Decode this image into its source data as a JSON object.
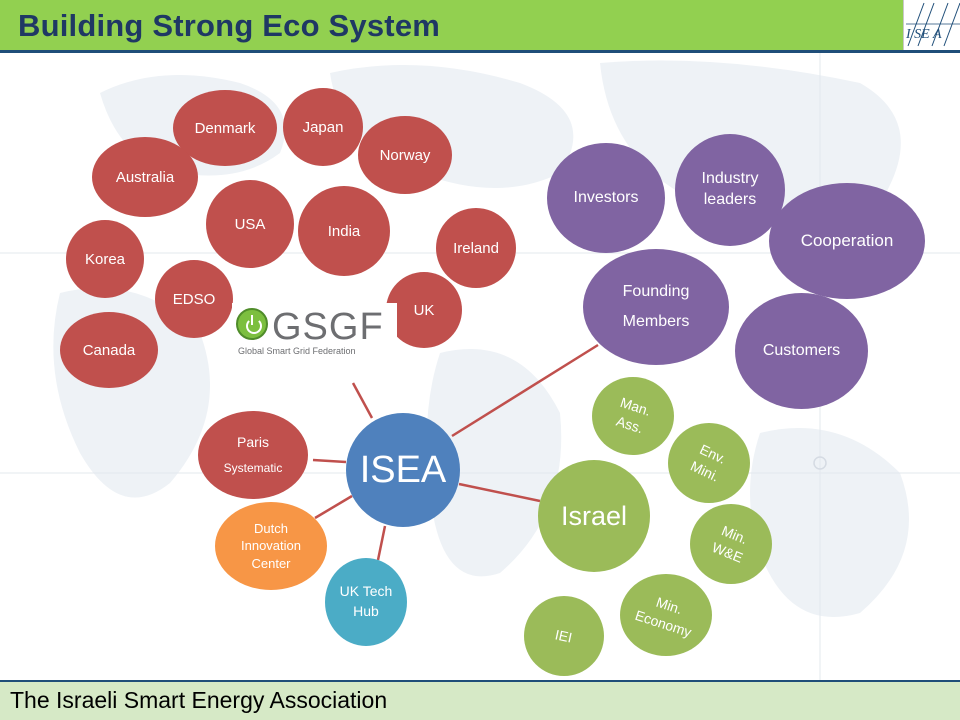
{
  "header": {
    "title": "Building Strong Eco System",
    "logo_text": "I SE A"
  },
  "colors": {
    "header_bg": "#92d050",
    "title": "#1f3864",
    "red_nodes": "#c0504d",
    "purple_nodes": "#8064a2",
    "green_nodes": "#9bbb59",
    "hub": "#4f81bd",
    "orange_node": "#f79646",
    "teal_node": "#4bacc6",
    "footer_bg": "#d6e9c6"
  },
  "hub": {
    "label": "ISEA"
  },
  "partners": {
    "denmark": "Denmark",
    "japan": "Japan",
    "norway": "Norway",
    "australia": "Australia",
    "usa": "USA",
    "india": "India",
    "ireland": "Ireland",
    "korea": "Korea",
    "edso": "EDSO",
    "uk": "UK",
    "canada": "Canada"
  },
  "gsgf": {
    "name": "GSGF",
    "subtitle": "Global Smart Grid Federation"
  },
  "global_links": {
    "paris_line1": "Paris",
    "paris_line2": "Systematic",
    "dutch_line1": "Dutch",
    "dutch_line2": "Innovation",
    "dutch_line3": "Center",
    "uk_tech_line1": "UK Tech",
    "uk_tech_line2": "Hub"
  },
  "stakeholders": {
    "investors": "Investors",
    "industry_line1": "Industry",
    "industry_line2": "leaders",
    "cooperation": "Cooperation",
    "founding_line1": "Founding",
    "founding_line2": "Members",
    "customers": "Customers"
  },
  "israel": {
    "label": "Israel",
    "man_line1": "Man.",
    "man_line2": "Ass.",
    "env_line1": "Env.",
    "env_line2": "Mini.",
    "minwe_line1": "Min.",
    "minwe_line2": "W&E",
    "mineco_line1": "Min.",
    "mineco_line2": "Economy",
    "iei": "IEI"
  },
  "footer": {
    "text": "The Israeli Smart Energy Association"
  }
}
